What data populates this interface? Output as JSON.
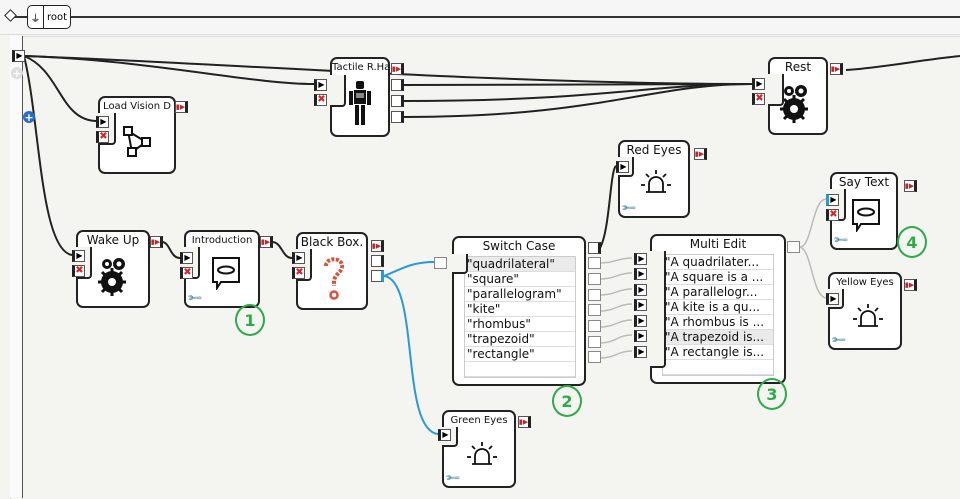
{
  "breadcrumb": {
    "root_label": "root",
    "root_icon": "diagram-root-icon"
  },
  "colors": {
    "annotation": "#2daa4a",
    "selected_wire": "#2a9ad6",
    "stop_port": "#d9232a",
    "wire": "#222222"
  },
  "boxes": {
    "load_vision": {
      "title": "Load Vision D",
      "icon": "network-graph-icon"
    },
    "tactile": {
      "title": "Tactile R.Hand",
      "icon": "robot-icon"
    },
    "rest": {
      "title": "Rest",
      "icon": "gears-icon"
    },
    "wake_up": {
      "title": "Wake Up",
      "icon": "gears-icon"
    },
    "introduction": {
      "title": "Introduction",
      "icon": "speech-bubble-icon"
    },
    "black_box": {
      "title": "Black Box.",
      "icon": "question-mark-icon"
    },
    "switch_case": {
      "title": "Switch Case",
      "cases": [
        "\"quadrilateral\"",
        "\"square\"",
        "\"parallelogram\"",
        "\"kite\"",
        "\"rhombus\"",
        "\"trapezoid\"",
        "\"rectangle\"",
        ""
      ]
    },
    "red_eyes": {
      "title": "Red Eyes",
      "icon": "siren-light-icon"
    },
    "multi_edit": {
      "title": "Multi Edit",
      "items": [
        "\"A quadrilater...",
        "\"A square is a ...",
        "\"A parallelogr...",
        "\"A kite is a qu...",
        "\"A rhombus is ...",
        "\"A trapezoid is...",
        "\"A rectangle is...",
        ""
      ]
    },
    "say_text": {
      "title": "Say Text",
      "icon": "speech-bubble-icon"
    },
    "yellow_eyes": {
      "title": "Yellow Eyes",
      "icon": "siren-light-icon"
    },
    "green_eyes": {
      "title": "Green Eyes",
      "icon": "siren-light-icon"
    }
  },
  "annotations": [
    "1",
    "2",
    "3",
    "4"
  ],
  "glyphs": {
    "play": "▶",
    "stop": "✖",
    "out": "▮▶",
    "plus": "+",
    "wrench": "🔧"
  }
}
